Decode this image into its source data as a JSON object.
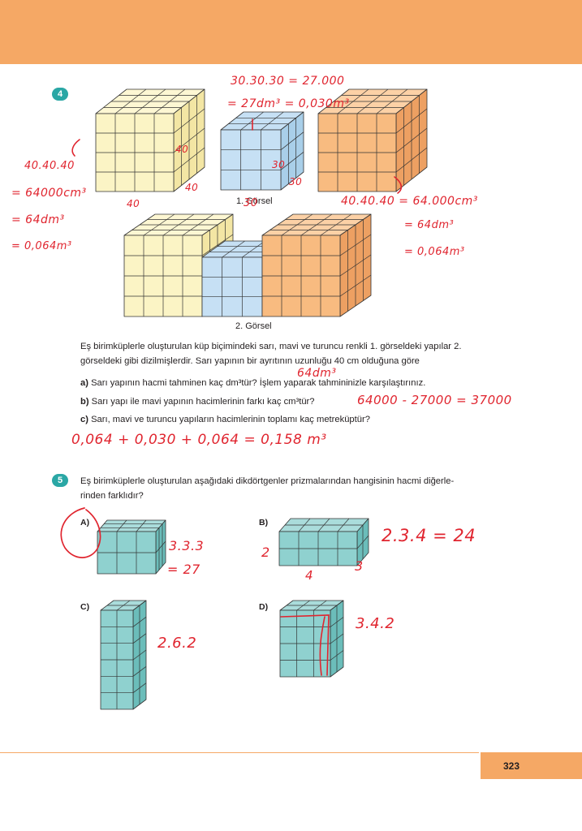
{
  "page_number": "323",
  "q4": {
    "badge": "4",
    "caption1": "1. Görsel",
    "caption2": "2. Görsel",
    "text_line1": "Eş birimküplerle oluşturulan küp biçimindeki sarı, mavi ve turuncu renkli 1. görseldeki yapılar 2.",
    "text_line2": "görseldeki gibi dizilmişlerdir. Sarı yapının bir ayrıtının uzunluğu 40 cm olduğuna göre",
    "a_label": "a)",
    "a_text": "Sarı yapının hacmi tahminen kaç dm³tür? İşlem yaparak tahmininizle karşılaştırınız.",
    "b_label": "b)",
    "b_text": "Sarı yapı ile mavi yapının hacimlerinin farkı kaç cm³tür?",
    "c_label": "c)",
    "c_text": "Sarı, mavi ve turuncu yapıların hacimlerinin toplamı kaç metreküptür?"
  },
  "q5": {
    "badge": "5",
    "text_line1": "Eş birimküplerle oluşturulan aşağıdaki dikdörtgenler prizmalarından hangisinin hacmi diğerle-",
    "text_line2": "rinden farklıdır?",
    "opt_a": "A)",
    "opt_b": "B)",
    "opt_c": "C)",
    "opt_d": "D)"
  },
  "handwriting": {
    "top1": "30.30.30 = 27.000",
    "top2": "= 27dm³ = 0,030m³",
    "left1": "40.40.40",
    "left2": "= 64000cm³",
    "left3": "= 64dm³",
    "left4": "= 0,064m³",
    "y_40a": "40",
    "y_40b": "40",
    "y_40c": "40",
    "b_30a": "30",
    "b_30b": "30",
    "b_30c": "30",
    "right1": "40.40.40 = 64.000cm³",
    "right2": "= 64dm³",
    "right3": "= 0,064m³",
    "ans_a": "64dm³",
    "ans_b": "64000 - 27000 = 37000",
    "ans_c": "0,064 + 0,030 + 0,064 = 0,158 m³",
    "a_calc1": "3.3.3",
    "a_calc2": "= 27",
    "b_dim_left": "2",
    "b_dim_bottom": "4",
    "b_dim_right": "3",
    "b_calc": "2.3.4 = 24",
    "c_calc": "2.6.2",
    "d_calc": "3.4.2"
  },
  "colors": {
    "header": "#f5a865",
    "yellow": "#fbf4c5",
    "yellow_top": "#fdf7d3",
    "yellow_side": "#f3e6a4",
    "blue": "#c6e0f4",
    "blue_side": "#a9cfe9",
    "orange": "#f8bb80",
    "orange_top": "#fcd1a6",
    "orange_side": "#eda062",
    "teal": "#8fd1cf",
    "teal_top": "#aadcdb",
    "teal_side": "#6bbdba",
    "badge": "#2aa7a5",
    "ink": "#e0252f"
  }
}
